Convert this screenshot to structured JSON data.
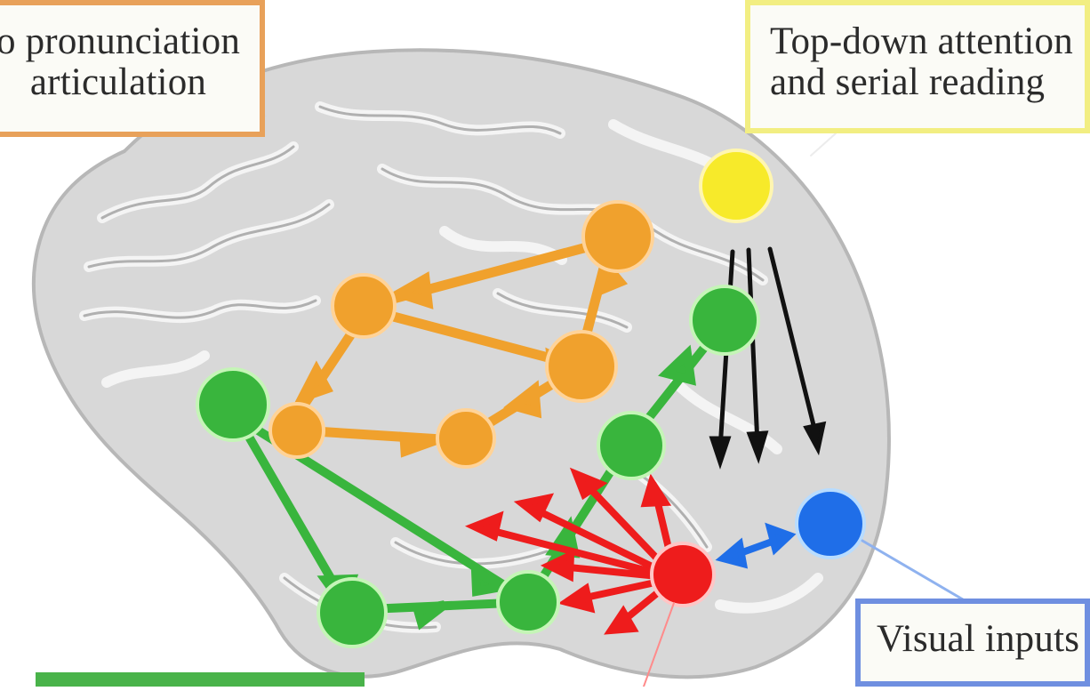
{
  "labels": {
    "pronunciation": {
      "line1": "o pronunciation",
      "line2": "articulation"
    },
    "top_down": {
      "line1": "Top-down attention",
      "line2": "and serial reading"
    },
    "visual": {
      "line1": "Visual inputs"
    }
  },
  "colors": {
    "orange": "#f0a12d",
    "green": "#39b53d",
    "yellow": "#f7ea2a",
    "red": "#ee1c1c",
    "blue": "#1f6ee8",
    "black": "#111111"
  }
}
